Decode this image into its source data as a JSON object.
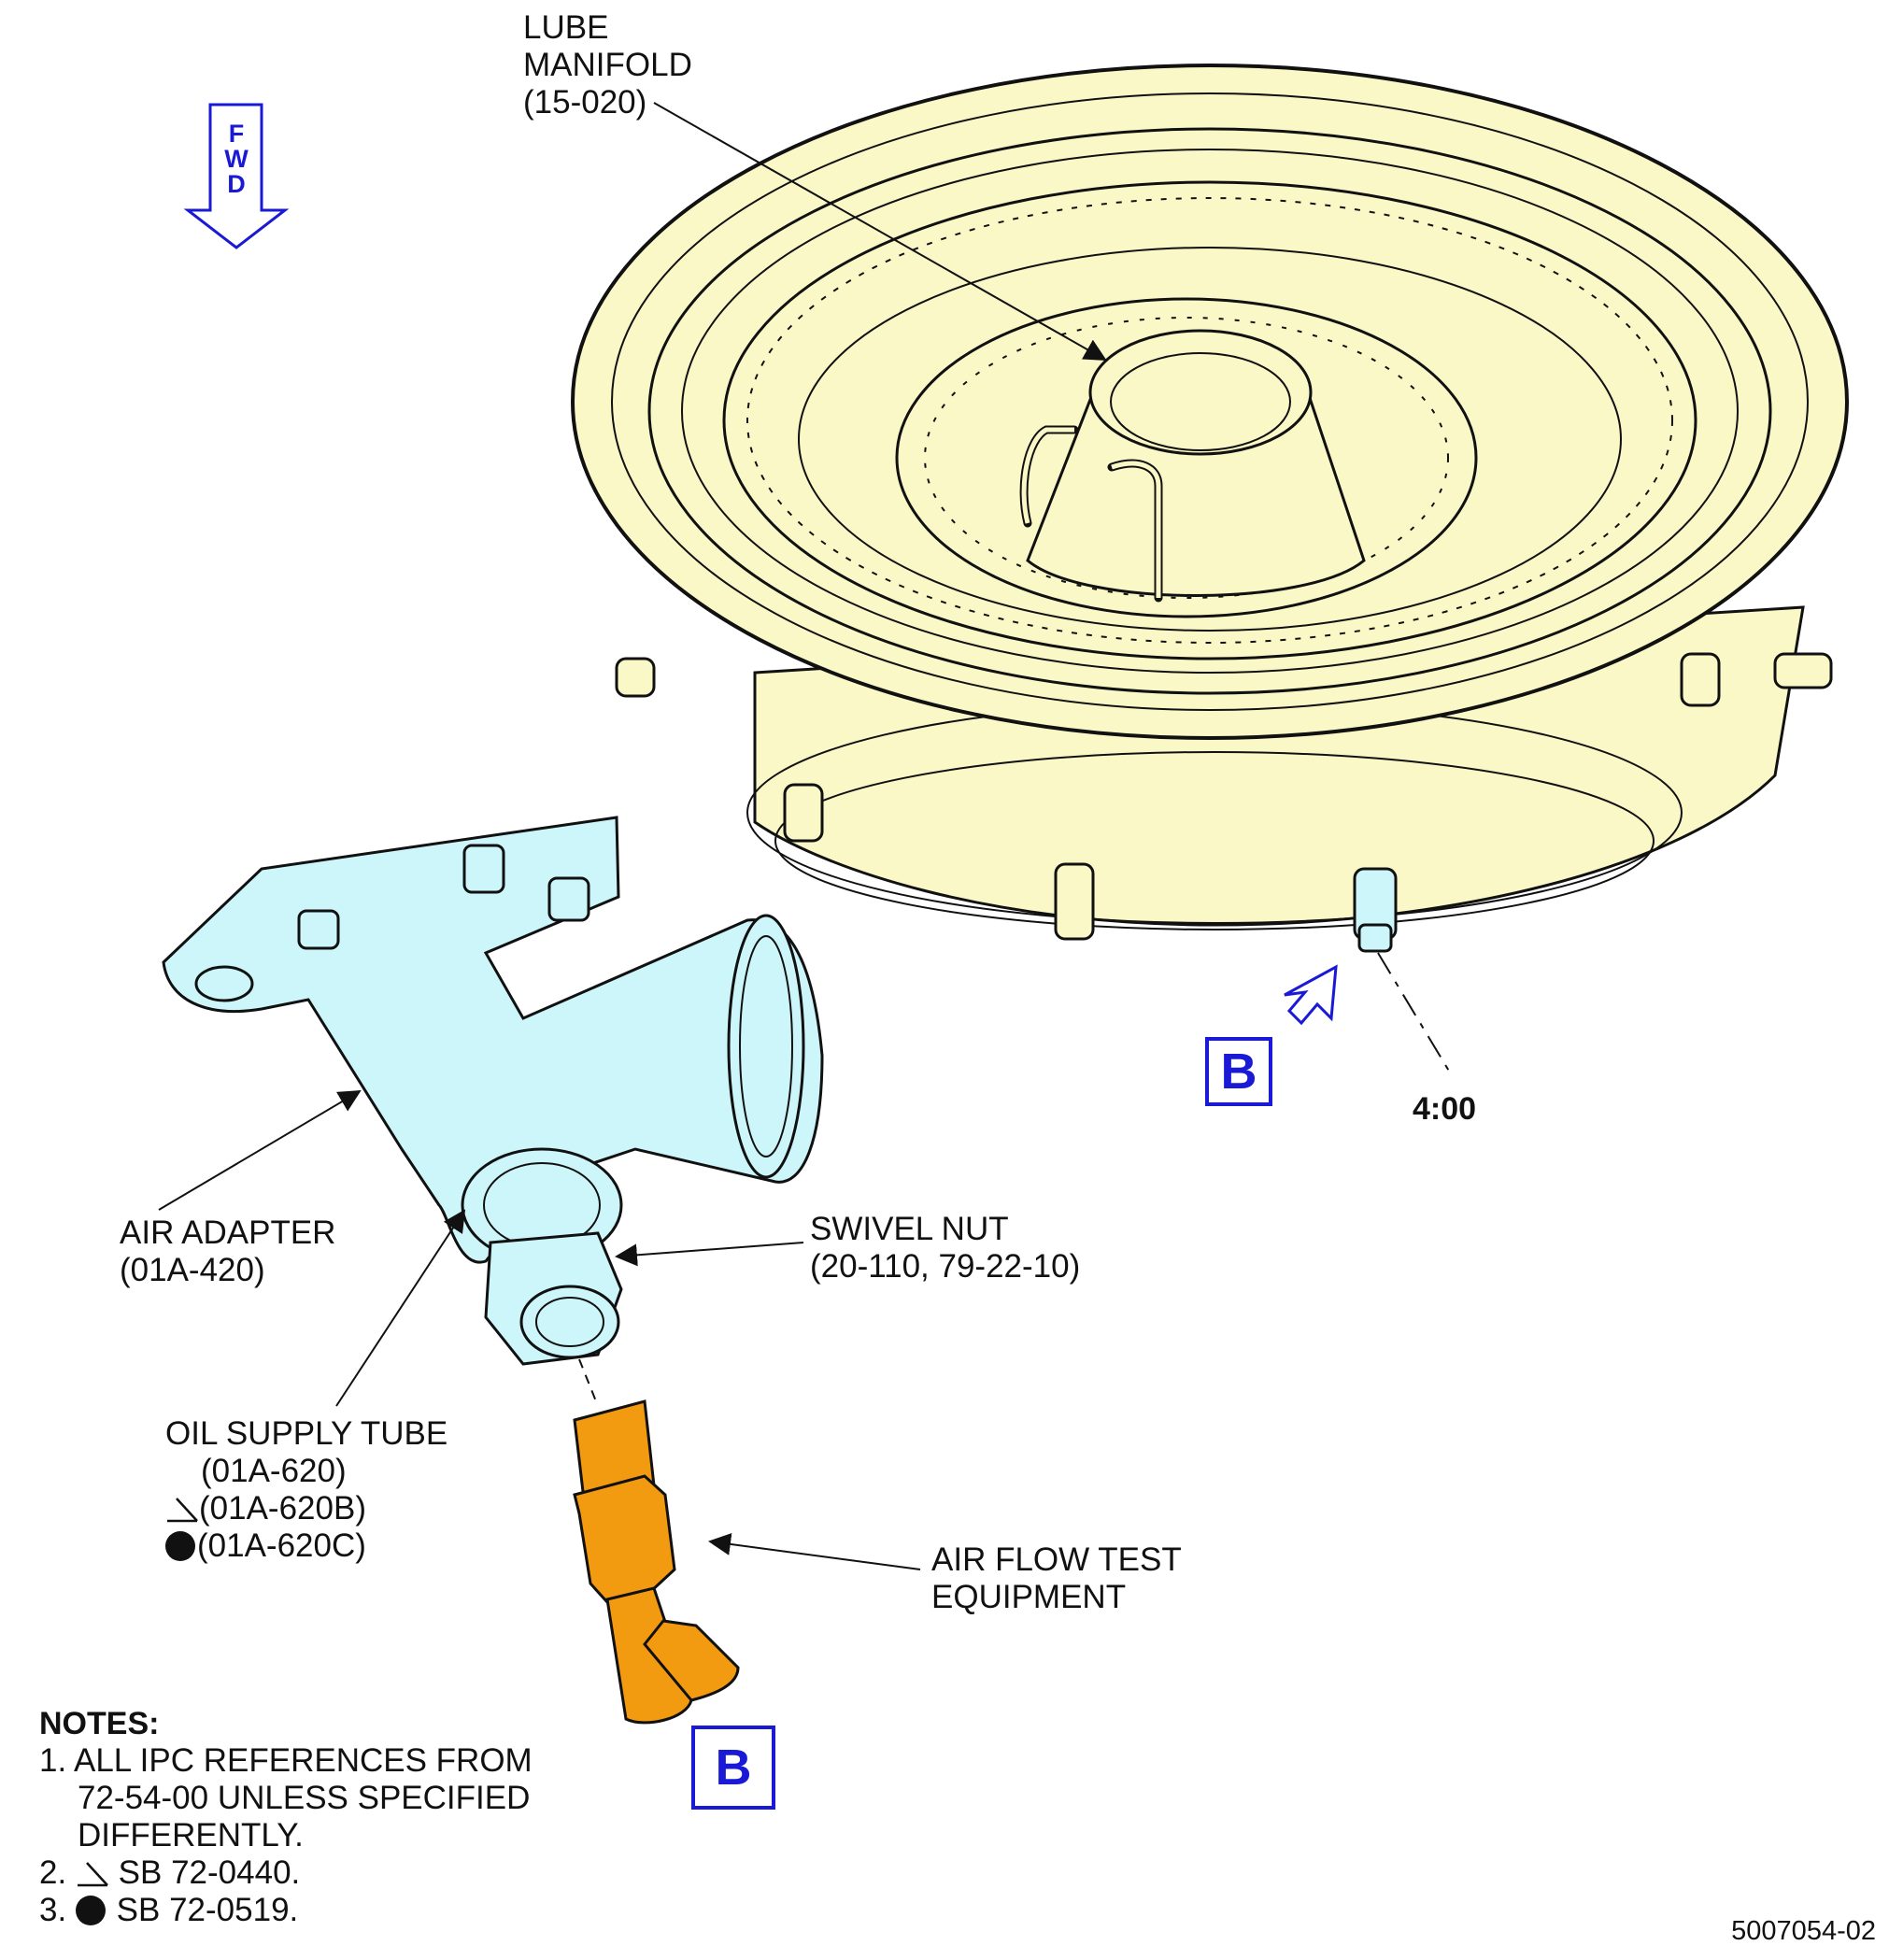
{
  "labels": {
    "lube_manifold": [
      "LUBE",
      "MANIFOLD",
      "(15-020)"
    ],
    "air_adapter": [
      "AIR ADAPTER",
      "(01A-420)"
    ],
    "swivel_nut": [
      "SWIVEL NUT",
      "(20-110, 79-22-10)"
    ],
    "oil_supply_tube": [
      "OIL SUPPLY TUBE",
      "(01A-620)",
      "(01A-620B)",
      "(01A-620C)"
    ],
    "air_flow_test_equipment": [
      "AIR FLOW TEST",
      "EQUIPMENT"
    ],
    "clock_position": "4:00",
    "view_marker": "B",
    "view_marker_detail": "B",
    "fwd_letters": [
      "F",
      "W",
      "D"
    ]
  },
  "notes": {
    "title": "NOTES:",
    "note1": [
      "1. ALL IPC REFERENCES FROM",
      "72-54-00 UNLESS SPECIFIED",
      "DIFFERENTLY."
    ],
    "note2_num": "2.",
    "note2_text": "SB 72-0440.",
    "note3_num": "3.",
    "note3_text": "SB 72-0519."
  },
  "figure_number": "5007054-02",
  "colors": {
    "housing_fill": "#fbf8c8",
    "adapter_fill": "#cdf6fb",
    "test_equipment_fill": "#f29a10",
    "callout_blue": "#1a1ad6",
    "line": "#111111"
  }
}
